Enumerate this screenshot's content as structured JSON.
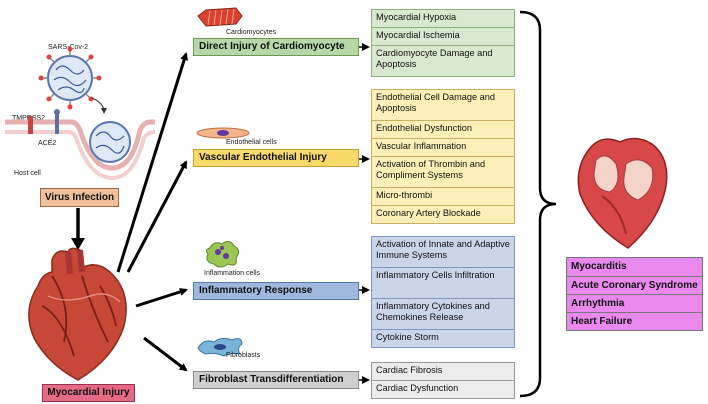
{
  "virus": {
    "name": "SARS-Cov-2",
    "tmprss2": "TMPRSS2",
    "ace2": "ACE2",
    "host": "Host cell",
    "box_label": "Virus Infection"
  },
  "injury_label": "Myocardial Injury",
  "cell_labels": {
    "cardiomyocytes": "Cardiomyocytes",
    "endothelial": "Endothelial cells",
    "inflammation": "Inflammation cells",
    "fibroblasts": "Fibroblasts"
  },
  "pathways": [
    {
      "label": "Direct Injury of Cardiomyocyte",
      "effects": [
        "Myocardial Hypoxia",
        "Myocardial Ischemia",
        "Cardiomyocyte Damage and Apoptosis"
      ]
    },
    {
      "label": "Vascular Endothelial Injury",
      "effects": [
        "Endothelial Cell Damage and Apoptosis",
        "Endothelial Dysfunction",
        "Vascular Inflammation",
        "Activation of Thrombin and Compliment Systems",
        "Micro-thrombi",
        "Coronary Artery Blockade"
      ]
    },
    {
      "label": "Inflammatory Response",
      "effects": [
        "Activation of Innate and Adaptive Immune Systems",
        "Inflammatory Cells Infiltration",
        "Inflammatory Cytokines and Chemokines Release",
        "Cytokine Storm"
      ]
    },
    {
      "label": "Fibroblast Transdifferentiation",
      "effects": [
        "Cardiac Fibrosis",
        "Cardiac Dysfunction"
      ]
    }
  ],
  "outcomes": [
    "Myocarditis",
    "Acute Coronary Syndrome",
    "Arrhythmia",
    "Heart Failure"
  ],
  "colors": {
    "direct": "#b6d7a8",
    "vascular": "#f9d96a",
    "inflammatory": "#9fb8dd",
    "fibroblast": "#cfcfcf",
    "virus_box": "#f1c09a",
    "injury_box": "#e46a86",
    "outcomes": "#e989ee"
  }
}
